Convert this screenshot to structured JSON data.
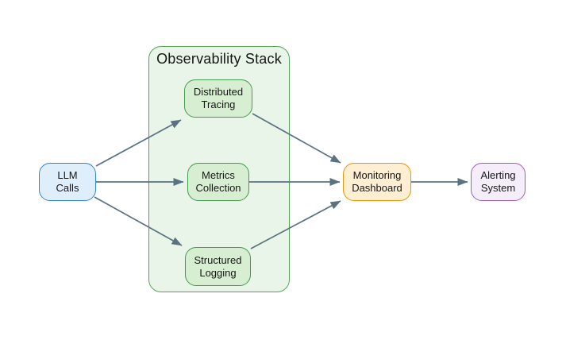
{
  "diagram": {
    "group": {
      "title": "Observability Stack"
    },
    "nodes": {
      "llm": {
        "label": "LLM\nCalls"
      },
      "tracing": {
        "label": "Distributed\nTracing"
      },
      "metrics": {
        "label": "Metrics\nCollection"
      },
      "logging": {
        "label": "Structured\nLogging"
      },
      "dashboard": {
        "label": "Monitoring\nDashboard"
      },
      "alerting": {
        "label": "Alerting\nSystem"
      }
    },
    "edges": [
      {
        "from": "LLM Calls",
        "to": "Distributed Tracing"
      },
      {
        "from": "LLM Calls",
        "to": "Metrics Collection"
      },
      {
        "from": "LLM Calls",
        "to": "Structured Logging"
      },
      {
        "from": "Distributed Tracing",
        "to": "Monitoring Dashboard"
      },
      {
        "from": "Metrics Collection",
        "to": "Monitoring Dashboard"
      },
      {
        "from": "Structured Logging",
        "to": "Monitoring Dashboard"
      },
      {
        "from": "Monitoring Dashboard",
        "to": "Alerting System"
      }
    ],
    "colors": {
      "llm_fill": "#dfeefb",
      "llm_stroke": "#3183d9",
      "group_fill": "#e9f5e9",
      "group_stroke": "#56a45c",
      "green_fill": "#d8eed3",
      "green_stroke": "#459a4c",
      "orange_fill": "#feeed2",
      "orange_stroke": "#f0910c",
      "purple_fill": "#f5edf9",
      "purple_stroke": "#a35ec0",
      "arrow": "#5b7282",
      "text": "#161616",
      "background": "#ffffff"
    }
  }
}
